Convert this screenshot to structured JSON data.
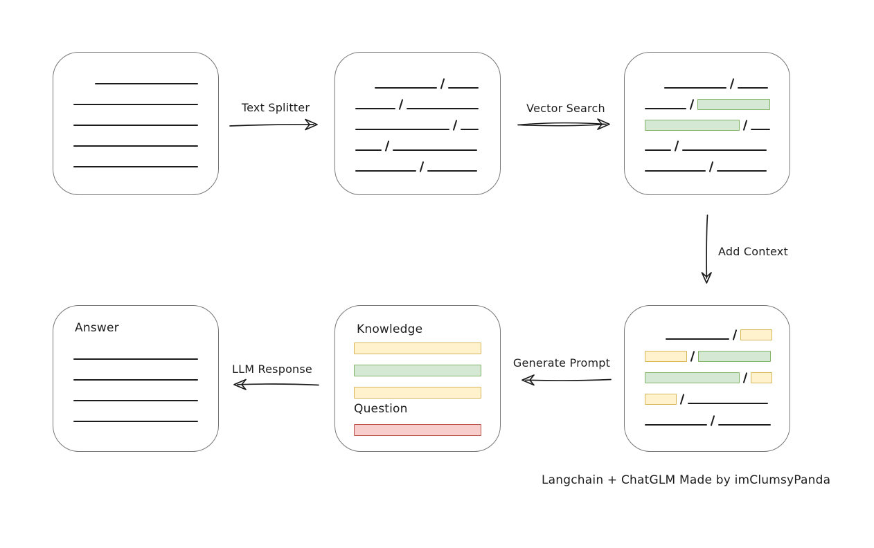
{
  "colors": {
    "line": "#1c1c1c",
    "box_border": "#757575",
    "green_fill": "#d5e8d4",
    "green_border": "#82b366",
    "yellow_fill": "#fff2cc",
    "yellow_border": "#d6b656",
    "red_fill": "#f8cecc",
    "red_border": "#b85450"
  },
  "arrows": {
    "text_splitter": "Text Splitter",
    "vector_search": "Vector Search",
    "add_context": "Add Context",
    "generate_prompt": "Generate Prompt",
    "llm_response": "LLM Response"
  },
  "caption": "Langchain + ChatGLM Made by imClumsyPanda",
  "boxes": {
    "document": {
      "lines": [
        {
          "indent": 31,
          "w": 149
        },
        {
          "indent": 0,
          "w": 180
        },
        {
          "indent": 0,
          "w": 180
        },
        {
          "indent": 0,
          "w": 180
        },
        {
          "indent": 0,
          "w": 180
        }
      ]
    },
    "split_text": {
      "rows": [
        [
          {
            "kind": "indent",
            "w": 28
          },
          {
            "kind": "line",
            "w": 90
          },
          {
            "kind": "slash"
          },
          {
            "kind": "line",
            "w": 44
          }
        ],
        [
          {
            "kind": "line",
            "w": 58
          },
          {
            "kind": "slash"
          },
          {
            "kind": "line",
            "w": 104
          }
        ],
        [
          {
            "kind": "line",
            "w": 136
          },
          {
            "kind": "slash"
          },
          {
            "kind": "line",
            "w": 26
          }
        ],
        [
          {
            "kind": "line",
            "w": 38
          },
          {
            "kind": "slash"
          },
          {
            "kind": "line",
            "w": 122
          }
        ],
        [
          {
            "kind": "line",
            "w": 88
          },
          {
            "kind": "slash"
          },
          {
            "kind": "line",
            "w": 72
          }
        ]
      ]
    },
    "search_result": {
      "rows": [
        [
          {
            "kind": "indent",
            "w": 28
          },
          {
            "kind": "line",
            "w": 90
          },
          {
            "kind": "slash"
          },
          {
            "kind": "line",
            "w": 44
          }
        ],
        [
          {
            "kind": "line",
            "w": 60
          },
          {
            "kind": "slash"
          },
          {
            "kind": "chip",
            "color": "green",
            "w": 103
          }
        ],
        [
          {
            "kind": "chip",
            "color": "green",
            "w": 135
          },
          {
            "kind": "slash"
          },
          {
            "kind": "line",
            "w": 28
          }
        ],
        [
          {
            "kind": "line",
            "w": 38
          },
          {
            "kind": "slash"
          },
          {
            "kind": "line",
            "w": 122
          }
        ],
        [
          {
            "kind": "line",
            "w": 88
          },
          {
            "kind": "slash"
          },
          {
            "kind": "line",
            "w": 72
          }
        ]
      ]
    },
    "context": {
      "rows": [
        [
          {
            "kind": "indent",
            "w": 30
          },
          {
            "kind": "line",
            "w": 92
          },
          {
            "kind": "slash"
          },
          {
            "kind": "chip",
            "color": "yellow",
            "w": 44
          }
        ],
        [
          {
            "kind": "chip",
            "color": "yellow",
            "w": 59
          },
          {
            "kind": "slash"
          },
          {
            "kind": "chip",
            "color": "green",
            "w": 103
          }
        ],
        [
          {
            "kind": "chip",
            "color": "green",
            "w": 135
          },
          {
            "kind": "slash"
          },
          {
            "kind": "chip",
            "color": "yellow",
            "w": 29
          }
        ],
        [
          {
            "kind": "chip",
            "color": "yellow",
            "w": 44
          },
          {
            "kind": "slash"
          },
          {
            "kind": "line",
            "w": 116
          }
        ],
        [
          {
            "kind": "line",
            "w": 90
          },
          {
            "kind": "slash"
          },
          {
            "kind": "line",
            "w": 76
          }
        ]
      ]
    },
    "prompt": {
      "knowledge_label": "Knowledge",
      "question_label": "Question",
      "knowledge_bars": [
        "yellow",
        "green",
        "yellow"
      ],
      "question_bars": [
        "red"
      ]
    },
    "answer": {
      "label": "Answer",
      "lines": [
        {
          "indent": 0,
          "w": 180
        },
        {
          "indent": 0,
          "w": 180
        },
        {
          "indent": 0,
          "w": 180
        },
        {
          "indent": 0,
          "w": 180
        }
      ]
    }
  }
}
